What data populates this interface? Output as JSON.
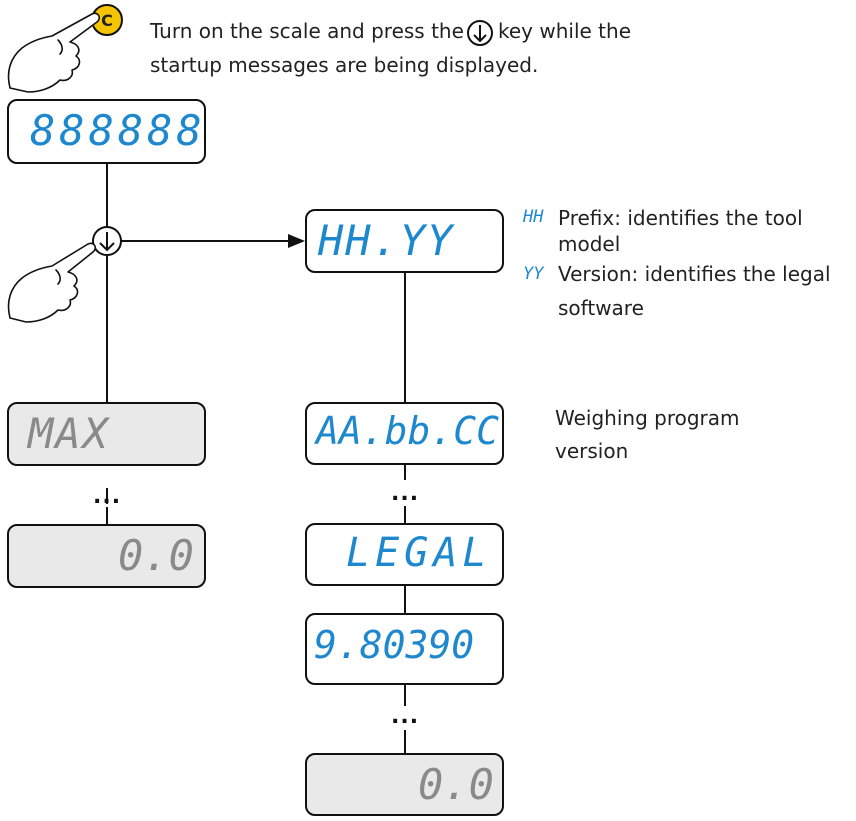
{
  "instruction": {
    "line1_before_key": "Turn on the scale and press the",
    "line1_after_key": "key while the",
    "line2": "startup messages are being displayed."
  },
  "key_c_label": "C",
  "displays": {
    "all_segments": "888888",
    "version_prefix": "HH.YY",
    "program_version": "AA.bb.CC",
    "legal": "LEGAL",
    "gravity": "9.80390",
    "max_capacity": "MAX",
    "zero_left": "0.0",
    "zero_right": "0.0"
  },
  "legend": {
    "hh_code": "HH",
    "hh_text_1": "Prefix: identifies the tool",
    "hh_text_2": "model",
    "yy_code": "YY",
    "yy_text_1": "Version: identifies the legal",
    "yy_text_2": "software"
  },
  "program_note": {
    "line1": "Weighing program",
    "line2": "version"
  },
  "ellipsis": "...",
  "colors": {
    "lcd_blue": "#1e88cf",
    "lcd_grey": "#8a8a8a",
    "key_yellow": "#f5c400",
    "panel_grey": "#e9e9e9"
  },
  "icons": [
    "hand-pointer-icon",
    "arrow-down-key-icon"
  ]
}
